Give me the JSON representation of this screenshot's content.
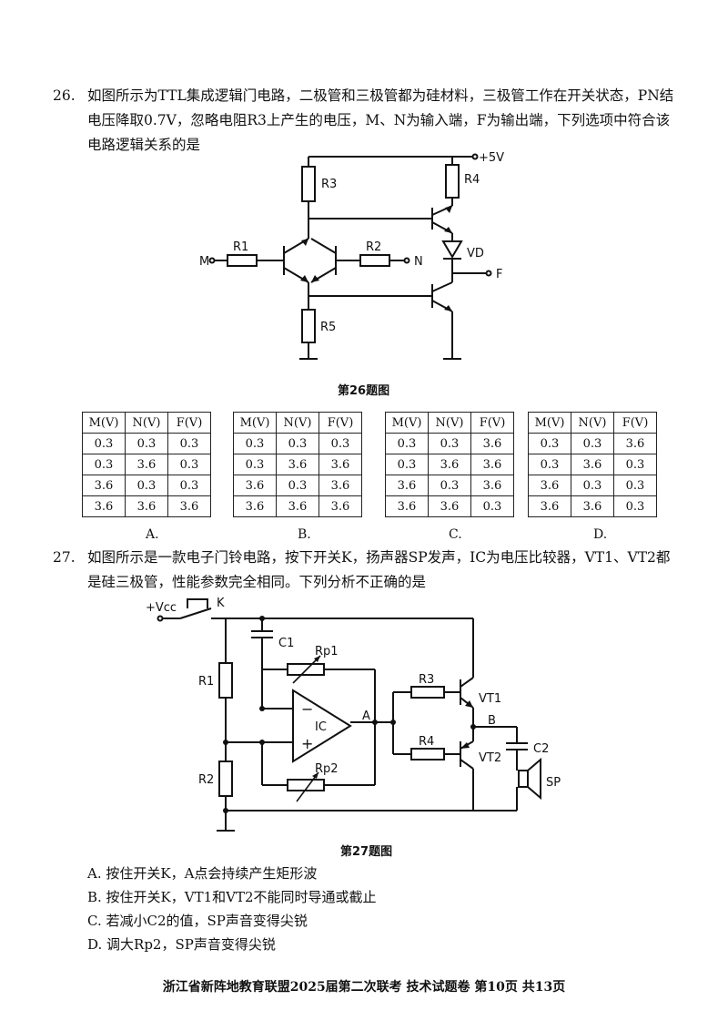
{
  "q26": {
    "number": "26.",
    "line1": "如图所示为TTL集成逻辑门电路，二极管和三极管都为硅材料，三极管工作在开关状态，PN结",
    "line2": "电压降取0.7V，忽略电阻R3上产生的电压，M、N为输入端，F为输出端，下列选项中符合该",
    "line3": "电路逻辑关系的是",
    "caption": "第26题图",
    "circuit": {
      "vcc": "+5V",
      "r1": "R1",
      "r2": "R2",
      "r3": "R3",
      "r4": "R4",
      "r5": "R5",
      "vd": "VD",
      "m": "M",
      "n": "N",
      "f": "F"
    },
    "headers": [
      "M(V)",
      "N(V)",
      "F(V)"
    ],
    "tables": [
      {
        "label": "A.",
        "rows": [
          [
            "0.3",
            "0.3",
            "0.3"
          ],
          [
            "0.3",
            "3.6",
            "0.3"
          ],
          [
            "3.6",
            "0.3",
            "0.3"
          ],
          [
            "3.6",
            "3.6",
            "3.6"
          ]
        ]
      },
      {
        "label": "B.",
        "rows": [
          [
            "0.3",
            "0.3",
            "0.3"
          ],
          [
            "0.3",
            "3.6",
            "3.6"
          ],
          [
            "3.6",
            "0.3",
            "3.6"
          ],
          [
            "3.6",
            "3.6",
            "3.6"
          ]
        ]
      },
      {
        "label": "C.",
        "rows": [
          [
            "0.3",
            "0.3",
            "3.6"
          ],
          [
            "0.3",
            "3.6",
            "3.6"
          ],
          [
            "3.6",
            "0.3",
            "3.6"
          ],
          [
            "3.6",
            "3.6",
            "0.3"
          ]
        ]
      },
      {
        "label": "D.",
        "rows": [
          [
            "0.3",
            "0.3",
            "3.6"
          ],
          [
            "0.3",
            "3.6",
            "0.3"
          ],
          [
            "3.6",
            "0.3",
            "0.3"
          ],
          [
            "3.6",
            "3.6",
            "0.3"
          ]
        ]
      }
    ]
  },
  "q27": {
    "number": "27.",
    "line1": "如图所示是一款电子门铃电路，按下开关K，扬声器SP发声，IC为电压比较器，VT1、VT2都",
    "line2": "是硅三极管，性能参数完全相同。下列分析不正确的是",
    "caption": "第27题图",
    "circuit": {
      "vcc": "+Vcc",
      "k": "K",
      "c1": "C1",
      "c2": "C2",
      "rp1": "Rp1",
      "rp2": "Rp2",
      "r1": "R1",
      "r2": "R2",
      "r3": "R3",
      "r4": "R4",
      "ic": "IC",
      "a": "A",
      "b": "B",
      "vt1": "VT1",
      "vt2": "VT2",
      "sp": "SP",
      "minus": "−",
      "plus": "+"
    },
    "options": [
      "A. 按住开关K，A点会持续产生矩形波",
      "B. 按住开关K，VT1和VT2不能同时导通或截止",
      "C. 若减小C2的值，SP声音变得尖锐",
      "D. 调大Rp2，SP声音变得尖锐"
    ]
  },
  "footer": "浙江省新阵地教育联盟2025届第二次联考  技术试题卷  第10页 共13页"
}
